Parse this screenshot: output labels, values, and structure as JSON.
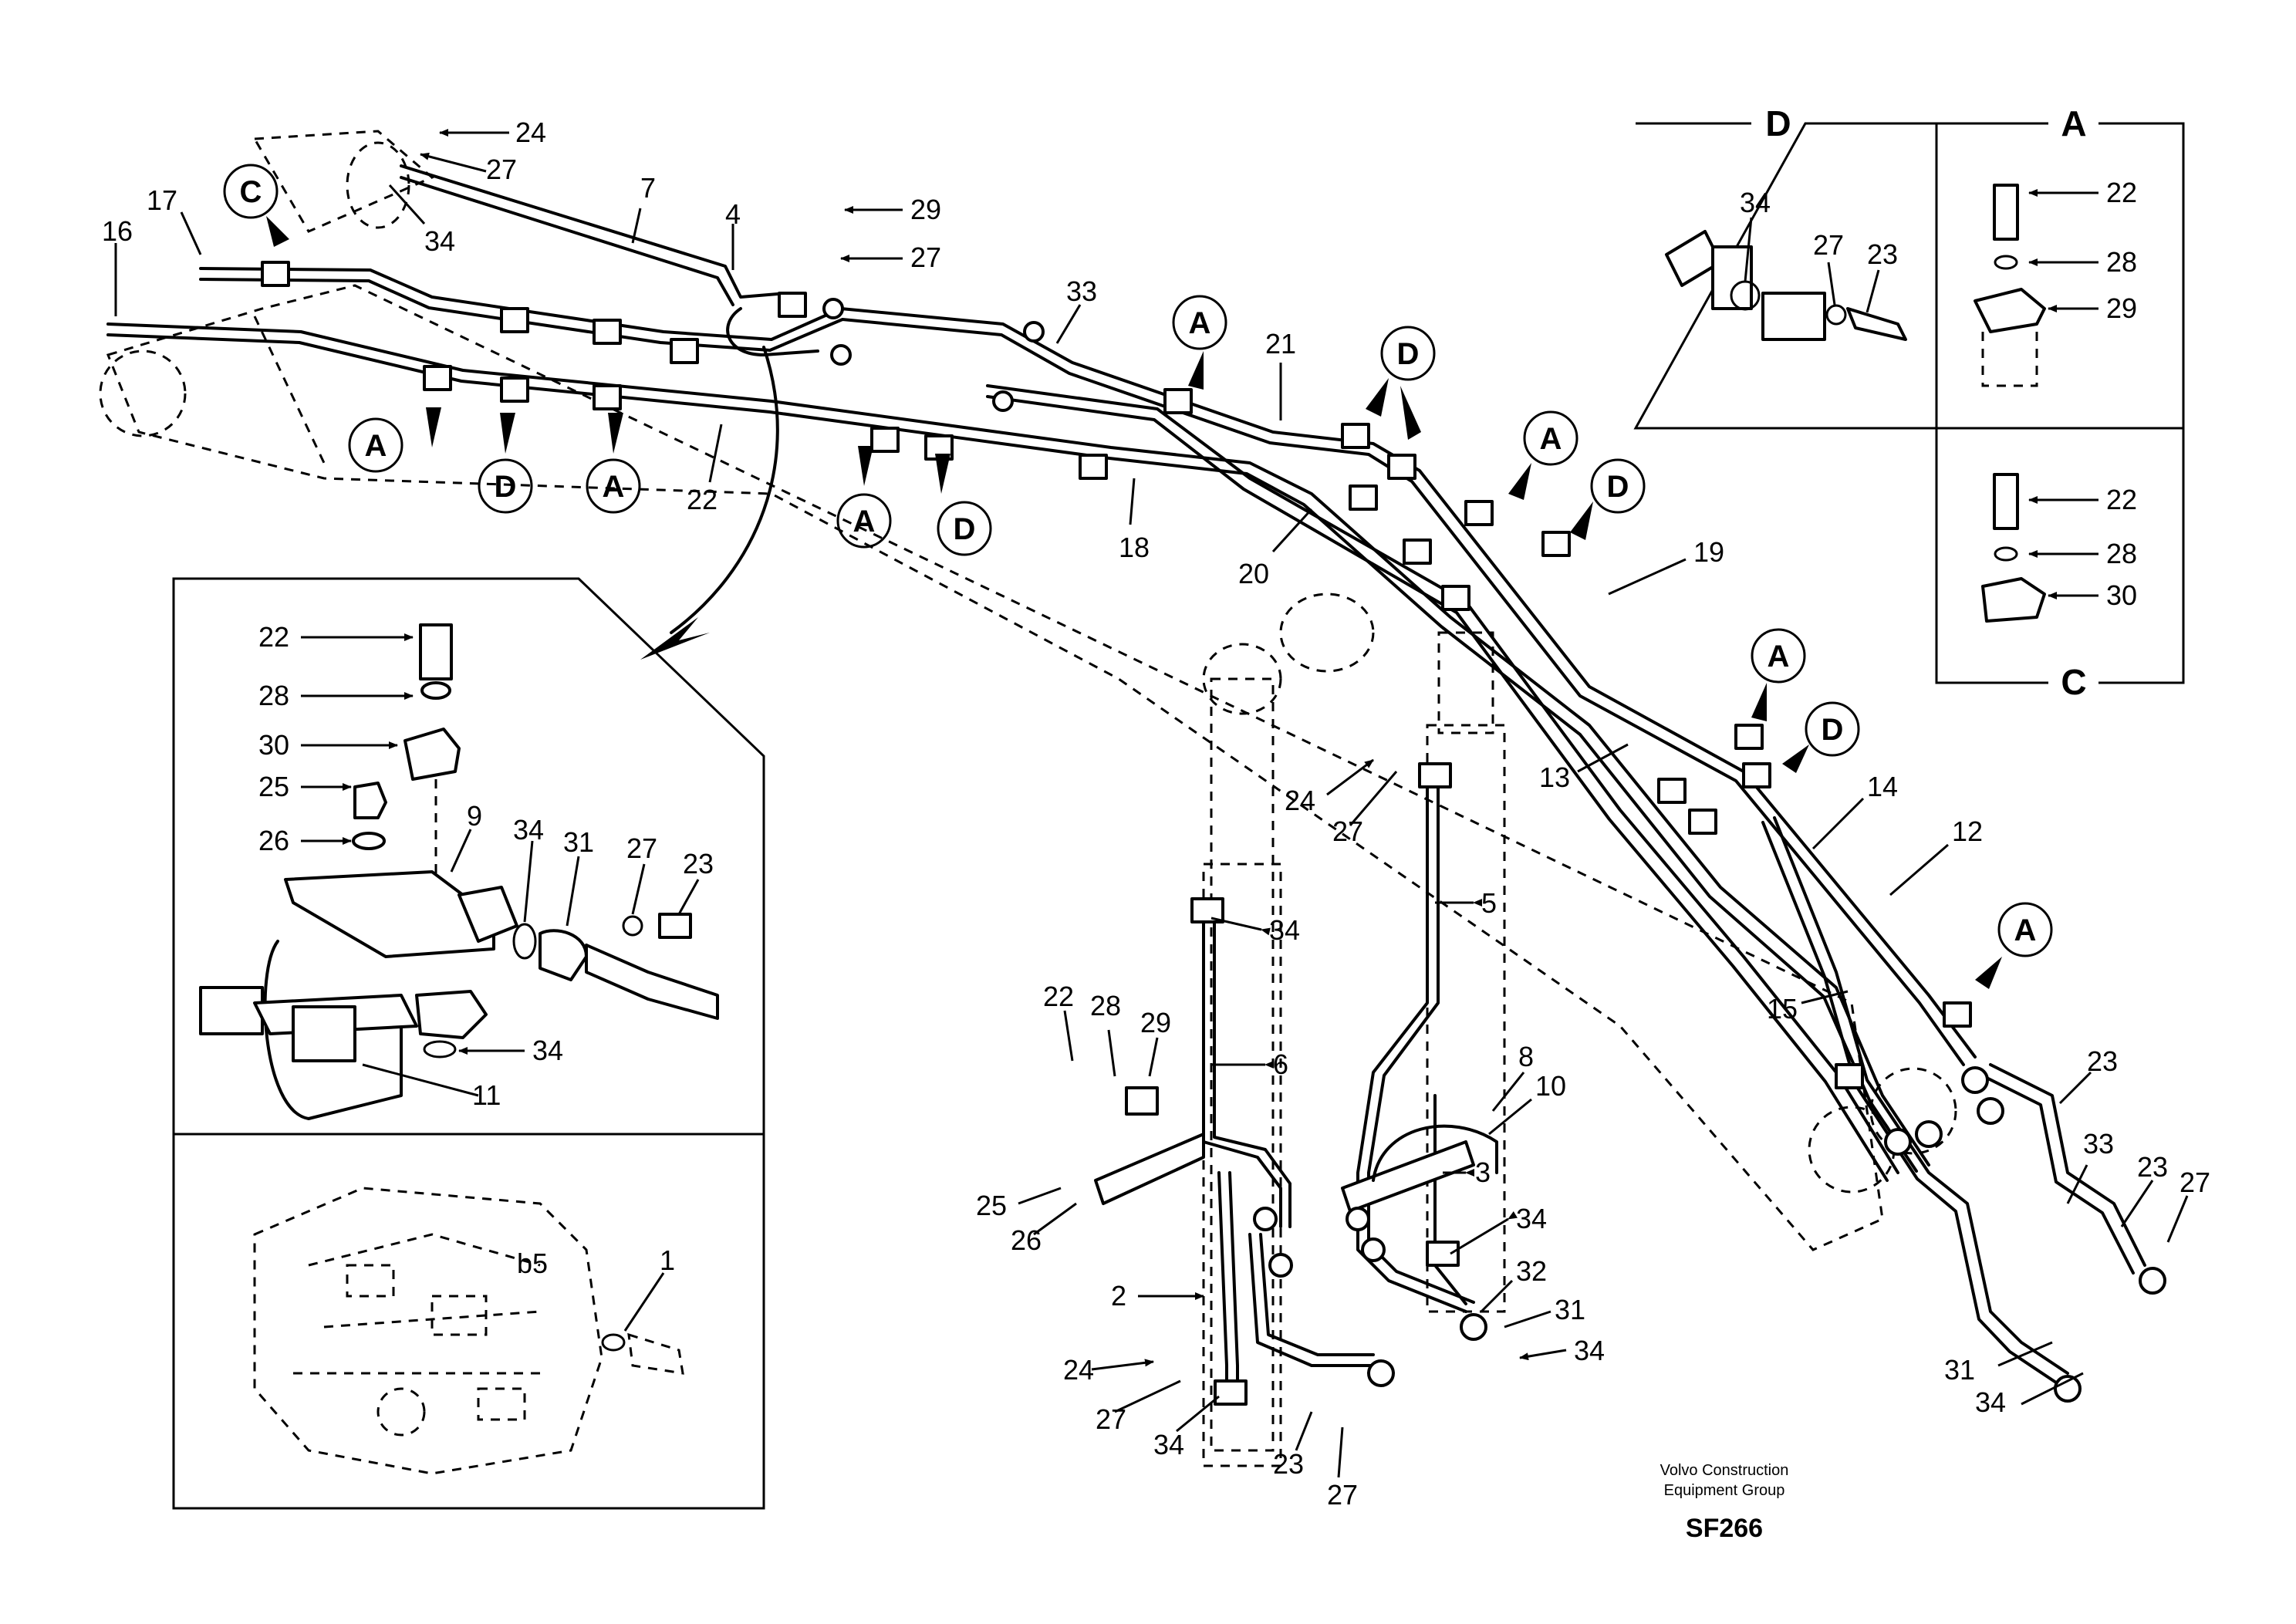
{
  "footer": {
    "company_line1": "Volvo Construction",
    "company_line2": "Equipment Group",
    "code": "SF266"
  },
  "detail_boxes": {
    "d_title": "D",
    "a_title": "A",
    "c_title": "C"
  },
  "callouts": {
    "c_top": "C",
    "a1": "A",
    "d1": "D",
    "a2": "A",
    "a3": "A",
    "d2": "D",
    "a4": "A",
    "d3": "D",
    "a5": "A",
    "d4": "D",
    "a6": "A",
    "d5": "D",
    "a7": "A"
  },
  "parts": {
    "p24a": "24",
    "p27a": "27",
    "p34a": "34",
    "p7": "7",
    "p4": "4",
    "p17": "17",
    "p16": "16",
    "p29a": "29",
    "p27b": "27",
    "p33a": "33",
    "p21": "21",
    "p22a": "22",
    "p18": "18",
    "p20": "20",
    "p19": "19",
    "p13": "13",
    "p14": "14",
    "p12": "12",
    "p15": "15",
    "p23a": "23",
    "p33b": "33",
    "p23b": "23",
    "p27c": "27",
    "p31a": "31",
    "p34b": "34",
    "p24b": "24",
    "p27d": "27",
    "p5": "5",
    "p34c": "34",
    "p6": "6",
    "p22b": "22",
    "p28a": "28",
    "p29b": "29",
    "p8": "8",
    "p10": "10",
    "p3": "3",
    "p34d": "34",
    "p32": "32",
    "p31b": "31",
    "p34e": "34",
    "p25a": "25",
    "p26a": "26",
    "p2": "2",
    "p24c": "24",
    "p27e": "27",
    "p34f": "34",
    "p23c": "23",
    "p27f": "27",
    "p34g": "34",
    "p27g": "27",
    "p23d": "23",
    "p22c": "22",
    "p28b": "28",
    "p29c": "29",
    "p22d": "22",
    "p28c": "28",
    "p30a": "30",
    "p22e": "22",
    "p28d": "28",
    "p30b": "30",
    "p25b": "25",
    "p26b": "26",
    "p9": "9",
    "p34h": "34",
    "p31c": "31",
    "p27h": "27",
    "p23e": "23",
    "p34i": "34",
    "p11": "11",
    "p1": "1",
    "b5": "b5"
  }
}
